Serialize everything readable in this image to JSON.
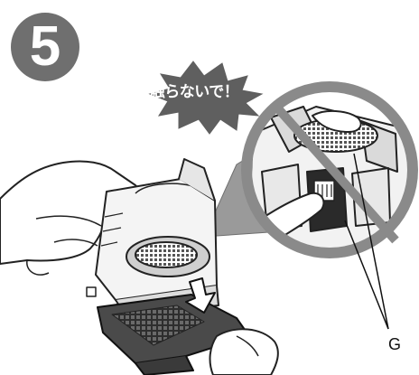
{
  "step": {
    "number": "5"
  },
  "warning": {
    "text": "触らないで！"
  },
  "callout": {
    "label": "G"
  },
  "colors": {
    "step_badge": "#6f6f6f",
    "warning_burst": "#5f5f5f",
    "magnify_ring": "#8a8a8a",
    "outline": "#222222",
    "shading": "#b5b5b5"
  }
}
